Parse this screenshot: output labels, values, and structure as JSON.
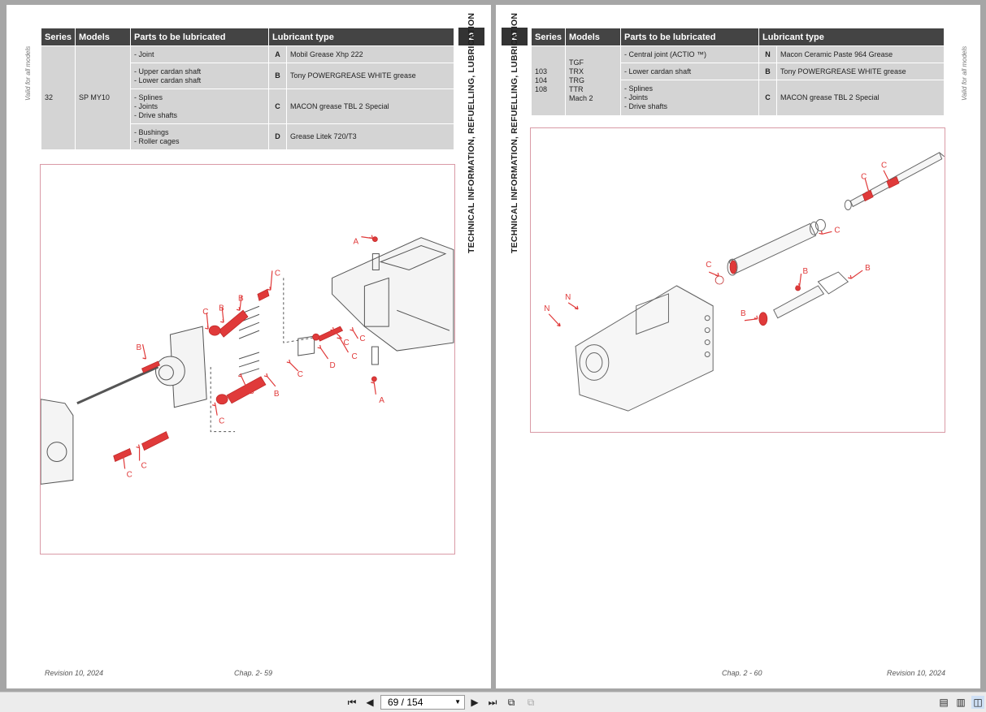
{
  "left_page": {
    "side_note": "Valid for all models",
    "chapter_number": "2",
    "vertical_title": "TECHNICAL INFORMATION, REFUELLING, LUBRICATION",
    "table": {
      "headers": [
        "Series",
        "Models",
        "Parts to be lubricated",
        "Lubricant type"
      ],
      "series": "32",
      "model": "SP MY10",
      "rows": [
        {
          "parts": "- Joint",
          "letter": "A",
          "lubricant": "Mobil Grease Xhp 222"
        },
        {
          "parts": "- Upper cardan shaft\n- Lower cardan shaft",
          "letter": "B",
          "lubricant": "Tony POWERGREASE WHITE grease"
        },
        {
          "parts": "- Splines\n- Joints\n- Drive shafts",
          "letter": "C",
          "lubricant": "MACON grease TBL 2 Special"
        },
        {
          "parts": "- Bushings\n- Roller cages",
          "letter": "D",
          "lubricant": "Grease Litek 720/T3"
        }
      ]
    },
    "footer_left": "Revision 10, 2024",
    "footer_center": "Chap. 2- 59"
  },
  "right_page": {
    "side_note": "Valid for all models",
    "chapter_number": "2",
    "vertical_title": "TECHNICAL INFORMATION, REFUELLING, LUBRICATION",
    "table": {
      "headers": [
        "Series",
        "Models",
        "Parts to be lubricated",
        "Lubricant type"
      ],
      "series": "103\n104\n108",
      "model": "TGF\nTRX\nTRG\nTTR\nMach 2",
      "rows": [
        {
          "parts": "- Central joint (ACTIO ™)",
          "letter": "N",
          "lubricant": "Macon Ceramic Paste 964 Grease"
        },
        {
          "parts": "- Lower cardan shaft",
          "letter": "B",
          "lubricant": "Tony POWERGREASE WHITE grease"
        },
        {
          "parts": "- Splines\n- Joints\n- Drive shafts",
          "letter": "C",
          "lubricant": "MACON grease TBL 2 Special"
        }
      ]
    },
    "footer_center": "Chap. 2 - 60",
    "footer_right": "Revision 10, 2024"
  },
  "diagram_left_labels": [
    "A",
    "C",
    "B",
    "B",
    "C",
    "B",
    "C",
    "D",
    "C",
    "C",
    "B",
    "B",
    "C",
    "A",
    "C",
    "C",
    "C"
  ],
  "diagram_right_labels": [
    "C",
    "C",
    "C",
    "C",
    "B",
    "B",
    "B",
    "N",
    "N"
  ],
  "toolbar": {
    "page_indicator": "69 / 154"
  },
  "colors": {
    "accent_red": "#e03a3a",
    "table_header": "#444444",
    "table_cell": "#d4d4d4"
  }
}
